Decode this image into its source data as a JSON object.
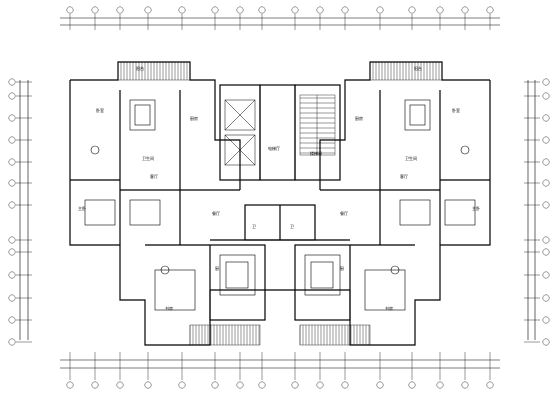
{
  "drawing": {
    "room_labels": [
      {
        "text": "卧室"
      },
      {
        "text": "卫生间"
      },
      {
        "text": "厨房"
      },
      {
        "text": "客厅"
      },
      {
        "text": "餐厅"
      },
      {
        "text": "电梯厅"
      },
      {
        "text": "楼梯间"
      },
      {
        "text": "主卧"
      },
      {
        "text": "阳台"
      },
      {
        "text": "书房"
      },
      {
        "text": "卫"
      },
      {
        "text": "厨"
      }
    ]
  }
}
